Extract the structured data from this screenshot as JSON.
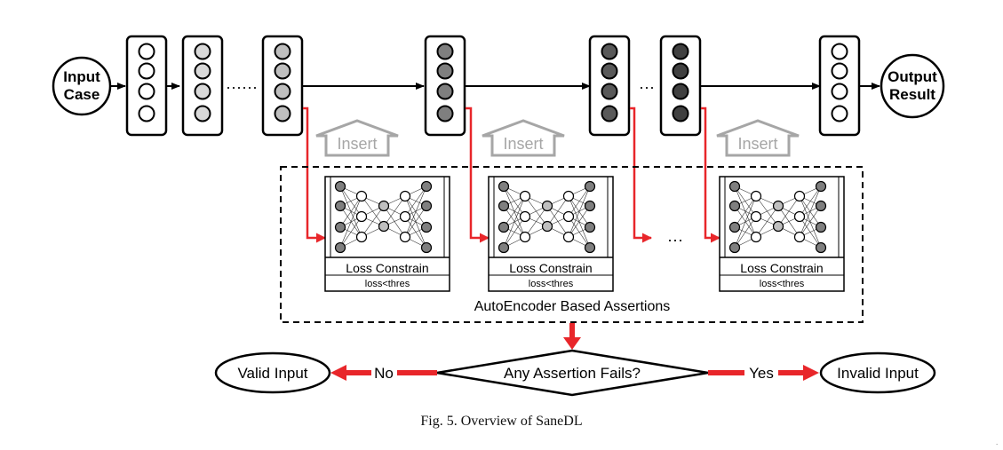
{
  "input_node": {
    "line1": "Input",
    "line2": "Case"
  },
  "output_node": {
    "line1": "Output",
    "line2": "Result"
  },
  "layers": [
    {
      "shade": "#ffffff"
    },
    {
      "shade": "#d9d9d9"
    },
    {
      "shade": "#bfbfbf"
    },
    {
      "shade": "#7f7f7f"
    },
    {
      "shade": "#595959"
    },
    {
      "shade": "#404040"
    },
    {
      "shade": "#ffffff"
    }
  ],
  "ellipsis": {
    "dots": "······",
    "short": "···",
    "mid": "···"
  },
  "insert_label": "Insert",
  "autoencoders": [
    {
      "title": "Loss Constrain",
      "sub": "loss<thres"
    },
    {
      "title": "Loss Constrain",
      "sub": "loss<thres"
    },
    {
      "title": "Loss Constrain",
      "sub": "loss<thres"
    }
  ],
  "assertions_label": "AutoEncoder Based Assertions",
  "decision": {
    "question": "Any Assertion Fails?",
    "no_label": "No",
    "yes_label": "Yes"
  },
  "valid_label": "Valid Input",
  "invalid_label": "Invalid Input",
  "caption": "Fig. 5.  Overview of SaneDL",
  "corner_mark": ".",
  "colors": {
    "arrow_red": "#e8262a",
    "insert_gray": "#a6a6a6",
    "line": "#000000"
  }
}
